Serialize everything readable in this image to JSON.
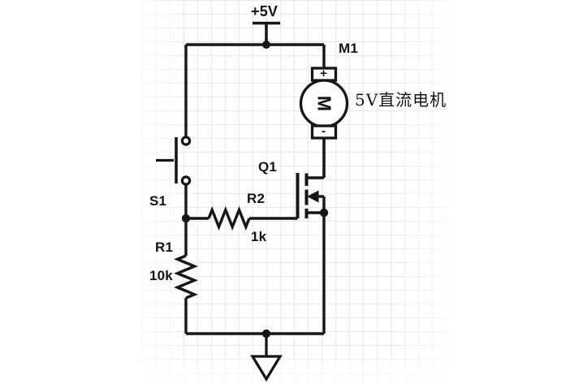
{
  "schematic": {
    "power": {
      "label": "+5V"
    },
    "motor": {
      "ref": "M1",
      "description": "5V直流电机",
      "plus_terminal": "+",
      "minus_terminal": "-",
      "letter": "M"
    },
    "transistor": {
      "ref": "Q1"
    },
    "switch": {
      "ref": "S1"
    },
    "resistors": {
      "r1": {
        "ref": "R1",
        "value": "10k"
      },
      "r2": {
        "ref": "R2",
        "value": "1k"
      }
    },
    "colors": {
      "wire": "#161616",
      "grid_line": "#eaeaea",
      "background": "#ffffff"
    }
  }
}
